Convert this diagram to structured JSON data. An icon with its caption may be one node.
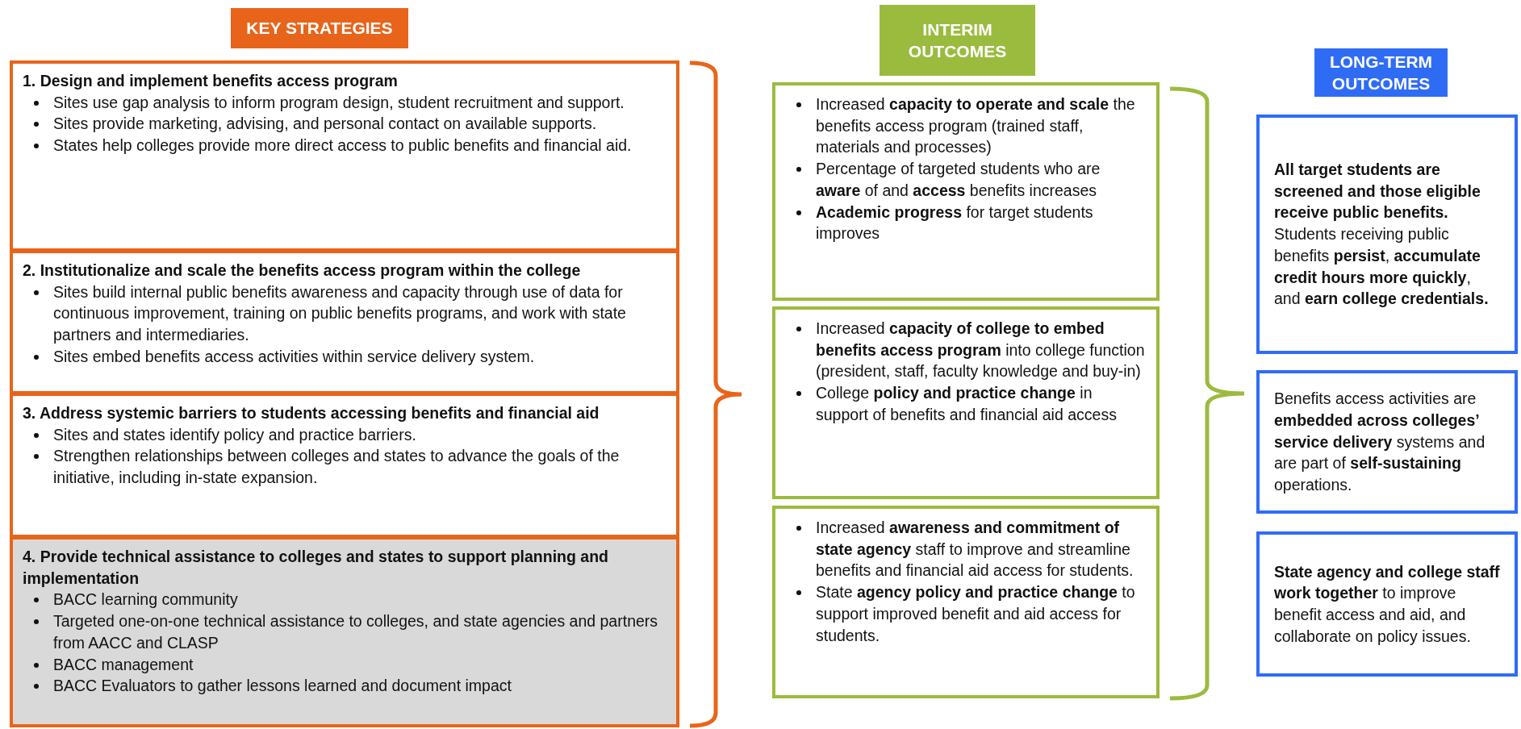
{
  "diagram": {
    "nodes": [
      {
        "text": [
          "KEY STRATEGIES"
        ]
      },
      {
        "text": [
          "1. Design and implement benefits access program",
          "Sites use gap analysis to inform program design, student recruitment and support.",
          "Sites provide marketing, advising, and personal contact on available supports.",
          "States help colleges provide more direct access to public benefits and financial aid."
        ]
      },
      {
        "text": [
          "2. Institutionalize and scale the benefits access program within the college",
          "Sites build internal public benefits awareness and capacity through use of data for continuous improvement, training on public benefits programs, and work with state partners and intermediaries.",
          "Sites embed benefits access activities within service delivery system."
        ]
      },
      {
        "text": [
          "3. Address systemic barriers to students accessing benefits and financial aid",
          "Sites and states identify policy and practice barriers.",
          "Strengthen relationships between colleges and states to advance the goals of the initiative, including in-state expansion."
        ]
      },
      {
        "text": [
          "4. Provide technical assistance to colleges and states to support planning and implementation",
          "BACC learning community",
          "Targeted one-on-one technical assistance to colleges, and state agencies and partners from AACC and CLASP",
          "BACC management",
          "BACC Evaluators to gather lessons learned and document impact"
        ]
      },
      {
        "text": [
          "INTERIM OUTCOMES"
        ]
      },
      {
        "text": [
          "Increased **capacity to operate and scale** the benefits access program (trained staff, materials and processes)",
          "Percentage of targeted students who are **aware** of and **access** benefits increases",
          "**Academic progress** for target students improves"
        ]
      },
      {
        "text": [
          "Increased **capacity of college to embed benefits access program** into college function (president, staff, faculty knowledge and buy-in)",
          "College **policy and practice change** in support of benefits and financial aid access"
        ]
      },
      {
        "text": [
          "Increased **awareness and commitment of state agency** staff to improve and streamline benefits and financial aid access for students.",
          "State **agency policy and practice change** to support improved benefit and aid access for students."
        ]
      },
      {
        "text": [
          "LONG-TERM OUTCOMES"
        ]
      },
      {
        "text": [
          "All target students are screened and those eligible receive public benefits.",
          "Students receiving public benefits **persist**, **accumulate credit hours more quickly**, and **earn college credentials.**"
        ]
      },
      {
        "text": [
          "Benefits access activities are **embedded across colleges’ service delivery** systems and are part of **self-sustaining** operations."
        ]
      },
      {
        "text": [
          "**State agency and college staff work together** to improve benefit access and aid, and collaborate on policy issues."
        ]
      }
    ]
  }
}
